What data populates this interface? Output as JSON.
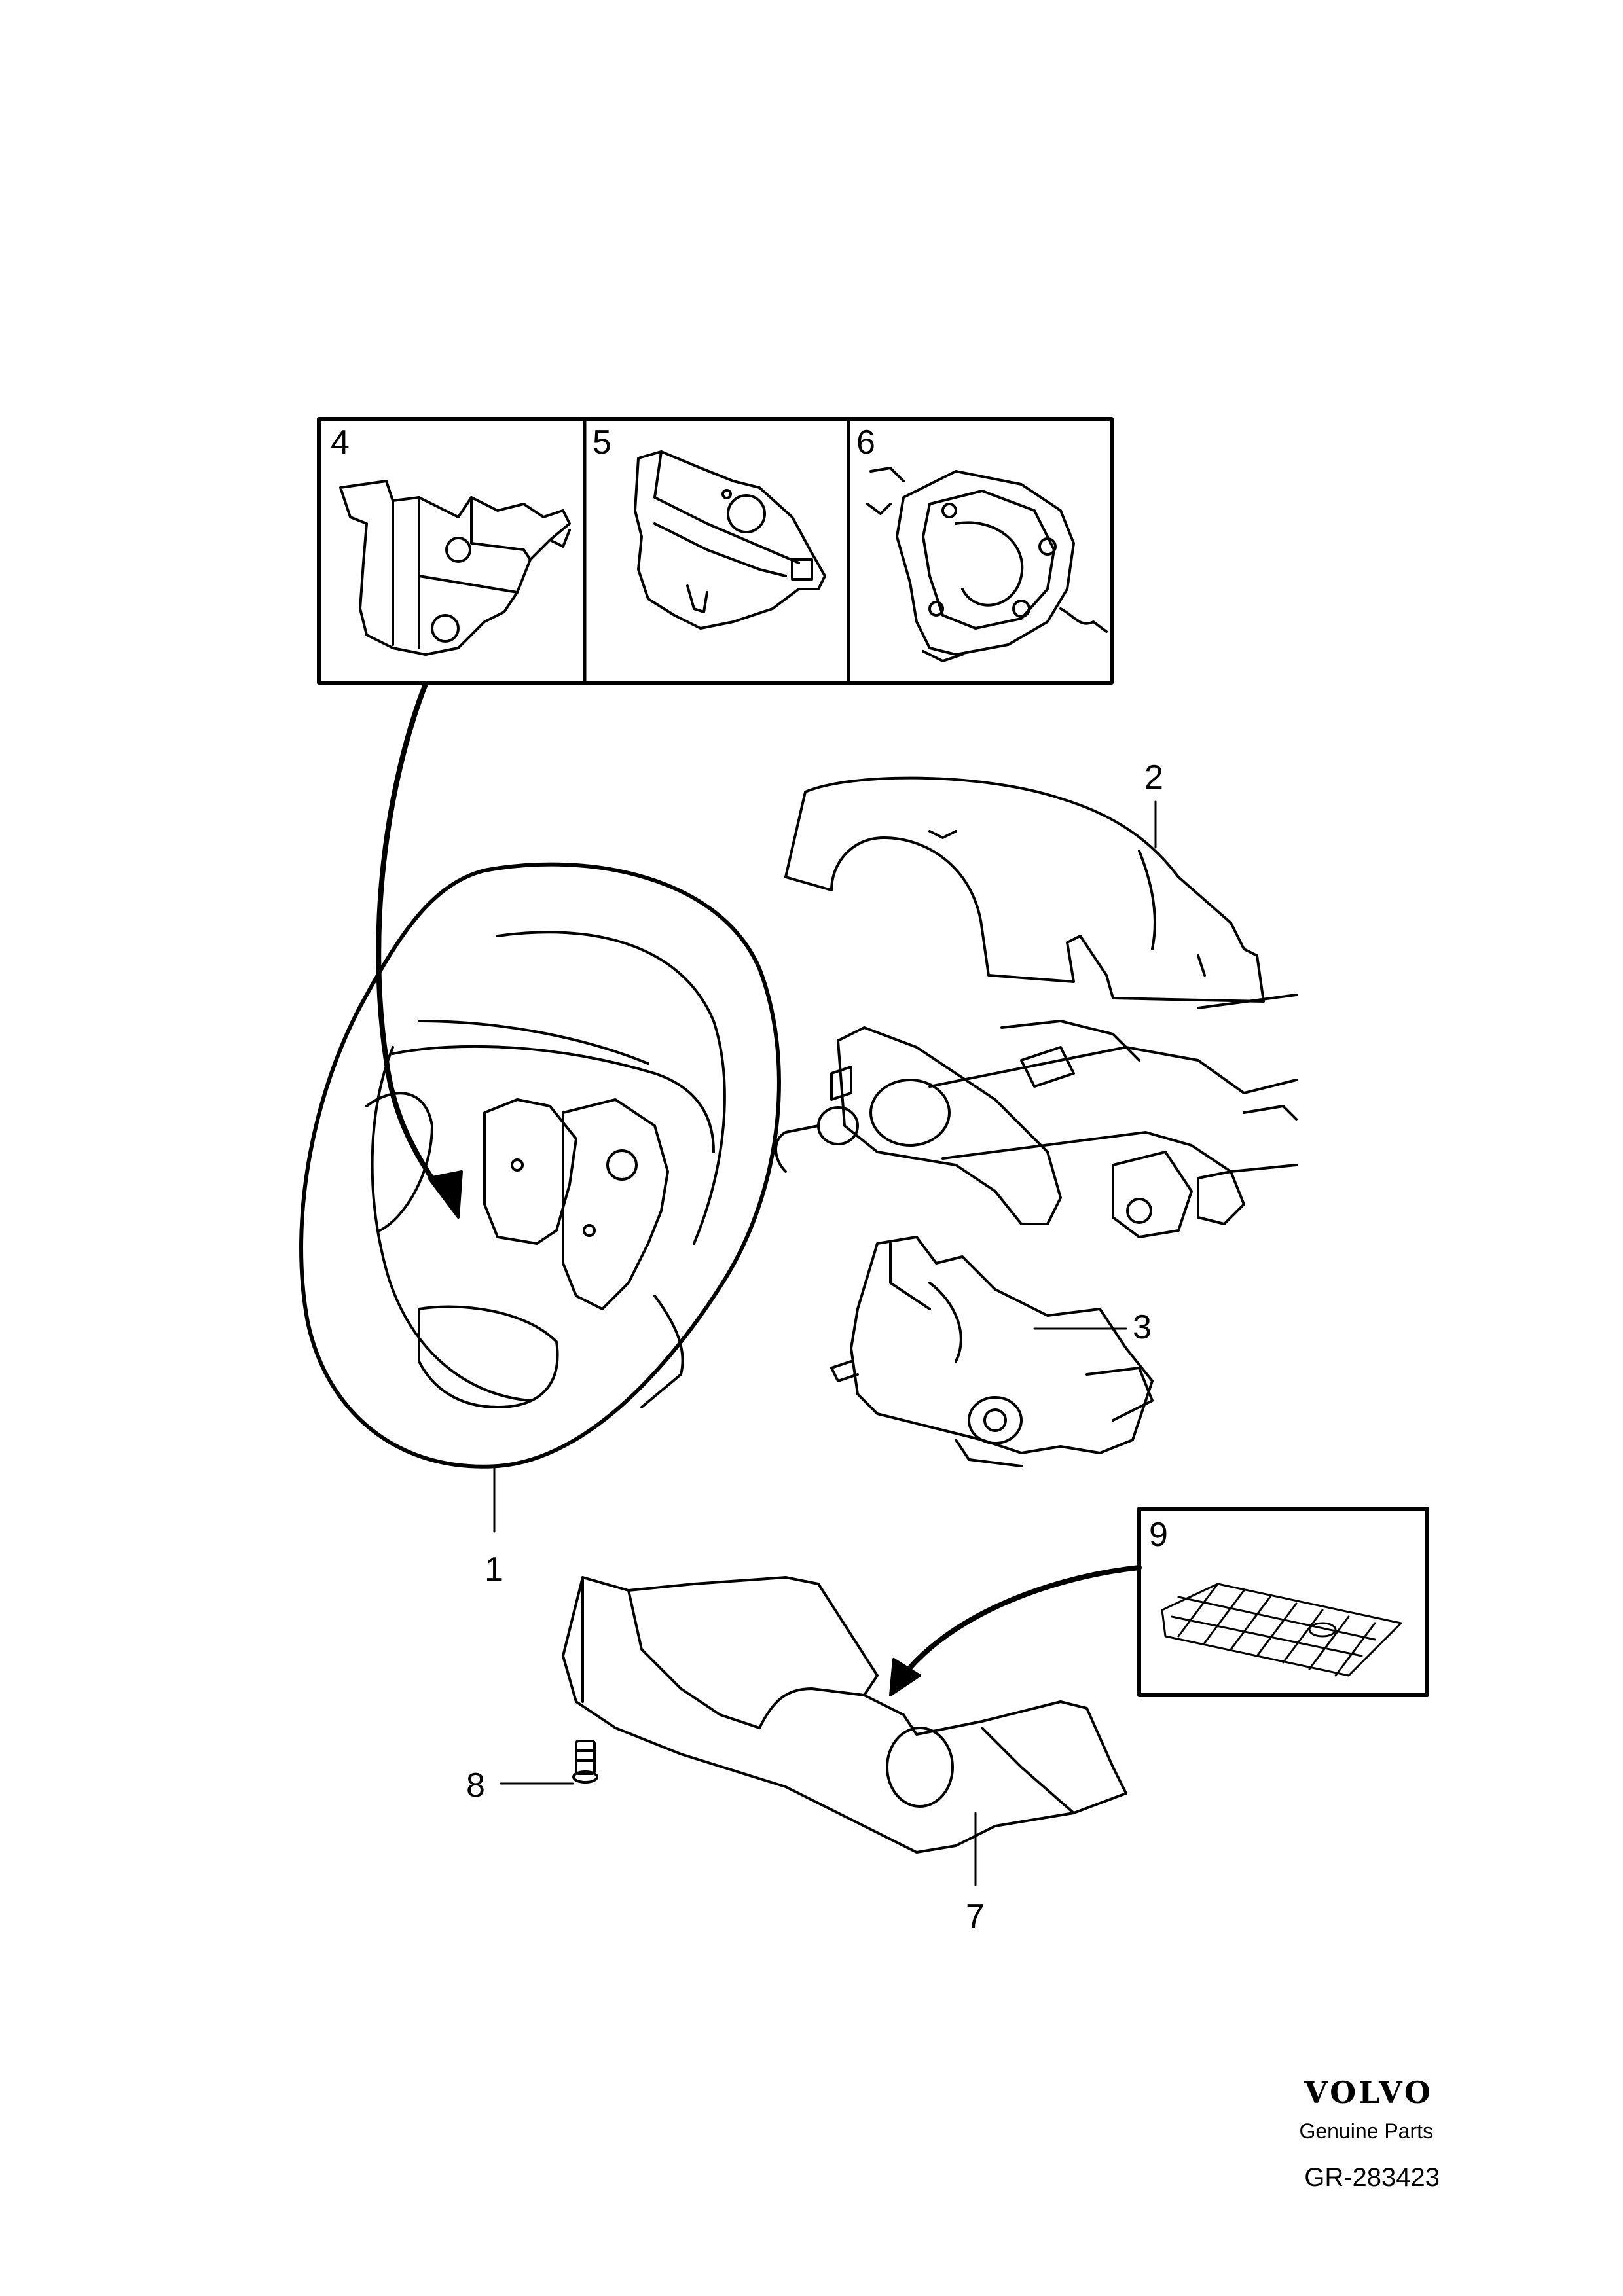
{
  "callouts": {
    "c1": "1",
    "c2": "2",
    "c3": "3",
    "c4": "4",
    "c5": "5",
    "c6": "6",
    "c7": "7",
    "c8": "8",
    "c9": "9"
  },
  "brand": {
    "logo": "VOLVO",
    "tagline": "Genuine Parts"
  },
  "drawing_code": "GR-283423"
}
